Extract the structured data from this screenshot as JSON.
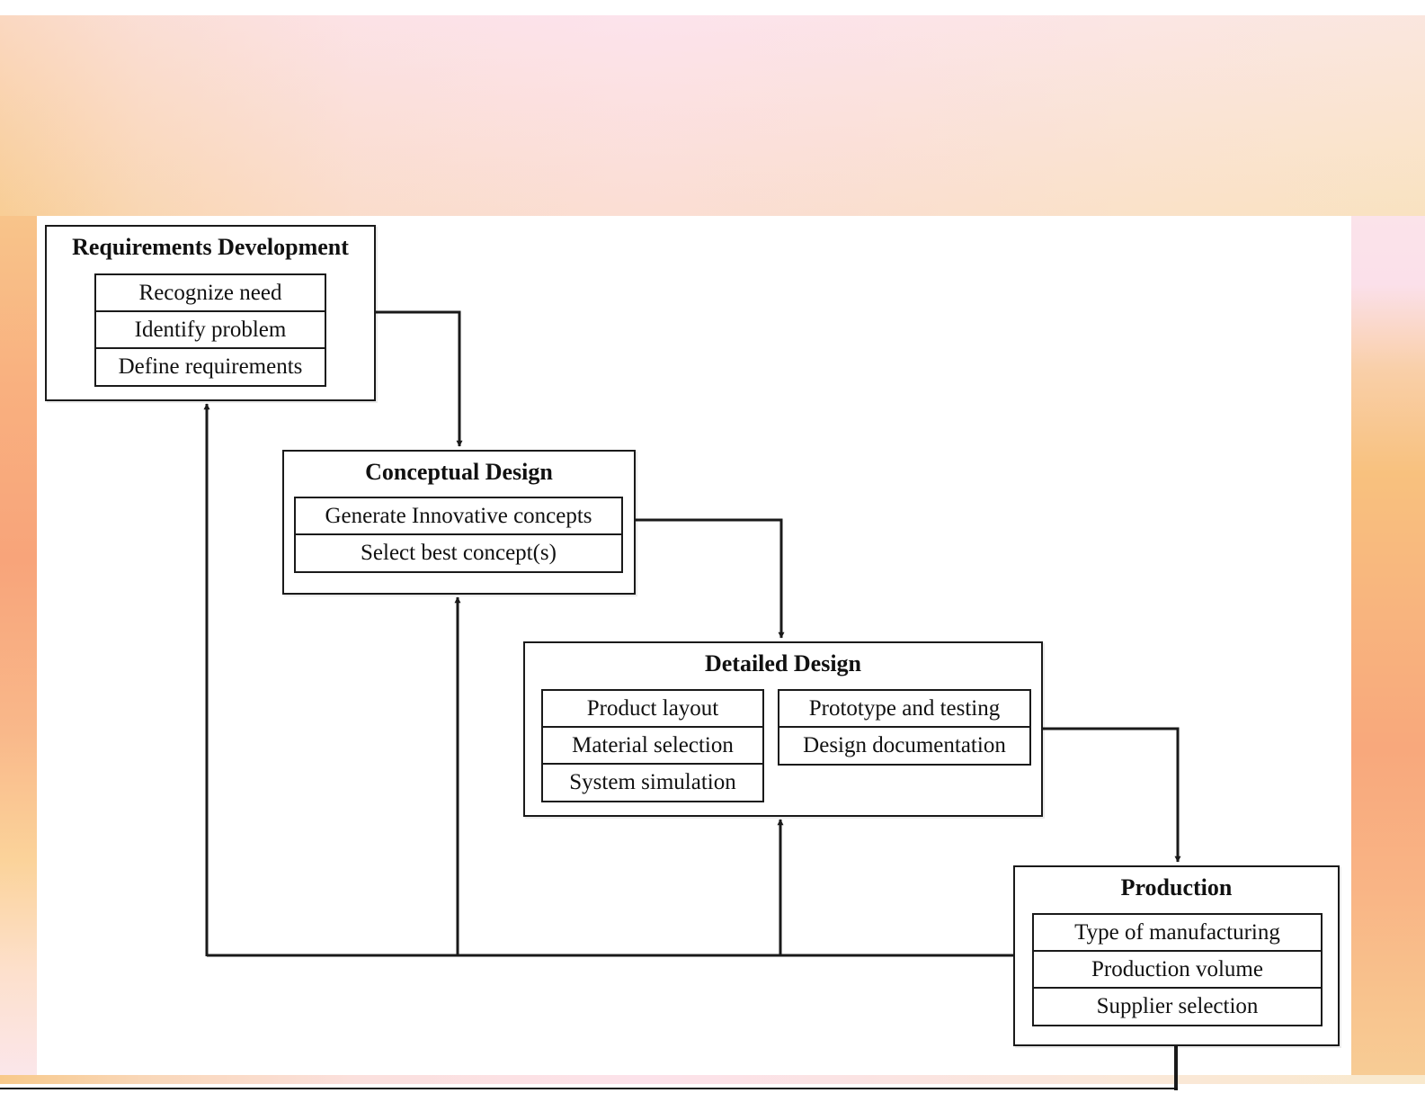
{
  "diagram": {
    "stages": [
      {
        "id": "requirements-development",
        "title": "Requirements Development",
        "groups": [
          [
            "Recognize need",
            "Identify problem",
            "Define requirements"
          ]
        ]
      },
      {
        "id": "conceptual-design",
        "title": "Conceptual Design",
        "groups": [
          [
            "Generate Innovative concepts",
            "Select best concept(s)"
          ]
        ]
      },
      {
        "id": "detailed-design",
        "title": "Detailed Design",
        "groups": [
          [
            "Product layout",
            "Material selection",
            "System simulation"
          ],
          [
            "Prototype and testing",
            "Design documentation"
          ]
        ]
      },
      {
        "id": "production",
        "title": "Production",
        "groups": [
          [
            "Type of manufacturing",
            "Production volume",
            "Supplier selection"
          ]
        ]
      }
    ],
    "flow": [
      {
        "from": "requirements-development",
        "to": "conceptual-design",
        "type": "forward"
      },
      {
        "from": "conceptual-design",
        "to": "detailed-design",
        "type": "forward"
      },
      {
        "from": "detailed-design",
        "to": "production",
        "type": "forward"
      },
      {
        "from": "production",
        "to": "output",
        "type": "forward"
      },
      {
        "from": "production",
        "to": "detailed-design",
        "type": "feedback"
      },
      {
        "from": "production",
        "to": "conceptual-design",
        "type": "feedback"
      },
      {
        "from": "production",
        "to": "requirements-development",
        "type": "feedback"
      }
    ]
  },
  "colors": {
    "line": "#1a1a1a",
    "panel": "#ffffff",
    "background_warm": "#f8b57e",
    "background_pink": "#fce2ea"
  }
}
